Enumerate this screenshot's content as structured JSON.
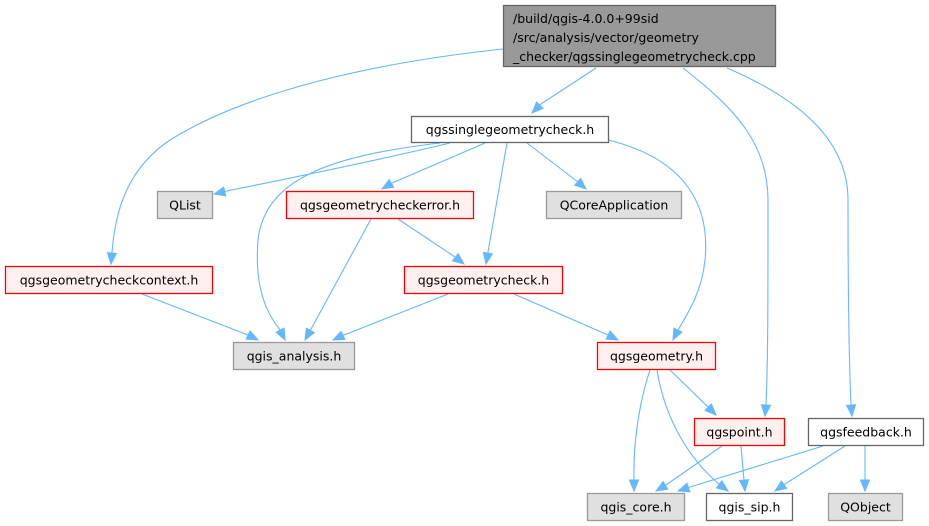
{
  "diagram": {
    "type": "include-dependency-graph",
    "colors": {
      "edge": "#63b8ff",
      "root_fill": "#999999",
      "root_border": "#666666",
      "plain_fill": "#ffffff",
      "plain_border": "#666666",
      "system_fill": "#e0e0e0",
      "system_border": "#999999",
      "incomplete_fill": "#fff0f0",
      "incomplete_border": "#ff0000"
    },
    "nodes": [
      {
        "id": "root",
        "style": "root",
        "lines": [
          "/build/qgis-4.0.0+99sid",
          "/src/analysis/vector/geometry",
          "_checker/qgssinglegeometrycheck.cpp"
        ]
      },
      {
        "id": "singlecheck_h",
        "style": "plain",
        "lines": [
          "qgssinglegeometrycheck.h"
        ]
      },
      {
        "id": "qlist",
        "style": "system",
        "lines": [
          "QList"
        ]
      },
      {
        "id": "checkererror_h",
        "style": "incomplete",
        "lines": [
          "qgsgeometrycheckerror.h"
        ]
      },
      {
        "id": "qcoreapp",
        "style": "system",
        "lines": [
          "QCoreApplication"
        ]
      },
      {
        "id": "checkcontext_h",
        "style": "incomplete",
        "lines": [
          "qgsgeometrycheckcontext.h"
        ]
      },
      {
        "id": "geomcheck_h",
        "style": "incomplete",
        "lines": [
          "qgsgeometrycheck.h"
        ]
      },
      {
        "id": "qgis_analysis_h",
        "style": "system",
        "lines": [
          "qgis_analysis.h"
        ]
      },
      {
        "id": "geometry_h",
        "style": "incomplete",
        "lines": [
          "qgsgeometry.h"
        ]
      },
      {
        "id": "point_h",
        "style": "incomplete",
        "lines": [
          "qgspoint.h"
        ]
      },
      {
        "id": "feedback_h",
        "style": "plain",
        "lines": [
          "qgsfeedback.h"
        ]
      },
      {
        "id": "qgis_core_h",
        "style": "system",
        "lines": [
          "qgis_core.h"
        ]
      },
      {
        "id": "qgis_sip_h",
        "style": "plain",
        "lines": [
          "qgis_sip.h"
        ]
      },
      {
        "id": "qobject",
        "style": "system",
        "lines": [
          "QObject"
        ]
      }
    ],
    "edges": [
      {
        "from": "root",
        "to": "singlecheck_h"
      },
      {
        "from": "root",
        "to": "checkcontext_h"
      },
      {
        "from": "root",
        "to": "point_h"
      },
      {
        "from": "root",
        "to": "feedback_h"
      },
      {
        "from": "singlecheck_h",
        "to": "qlist"
      },
      {
        "from": "singlecheck_h",
        "to": "checkererror_h"
      },
      {
        "from": "singlecheck_h",
        "to": "qcoreapp"
      },
      {
        "from": "singlecheck_h",
        "to": "geomcheck_h"
      },
      {
        "from": "singlecheck_h",
        "to": "qgis_analysis_h"
      },
      {
        "from": "singlecheck_h",
        "to": "geometry_h"
      },
      {
        "from": "checkererror_h",
        "to": "geomcheck_h"
      },
      {
        "from": "checkererror_h",
        "to": "qgis_analysis_h"
      },
      {
        "from": "checkcontext_h",
        "to": "qgis_analysis_h"
      },
      {
        "from": "geomcheck_h",
        "to": "qgis_analysis_h"
      },
      {
        "from": "geomcheck_h",
        "to": "geometry_h"
      },
      {
        "from": "geometry_h",
        "to": "point_h"
      },
      {
        "from": "geometry_h",
        "to": "qgis_core_h"
      },
      {
        "from": "geometry_h",
        "to": "qgis_sip_h"
      },
      {
        "from": "point_h",
        "to": "qgis_core_h"
      },
      {
        "from": "point_h",
        "to": "qgis_sip_h"
      },
      {
        "from": "feedback_h",
        "to": "qgis_core_h"
      },
      {
        "from": "feedback_h",
        "to": "qgis_sip_h"
      },
      {
        "from": "feedback_h",
        "to": "qobject"
      }
    ]
  }
}
